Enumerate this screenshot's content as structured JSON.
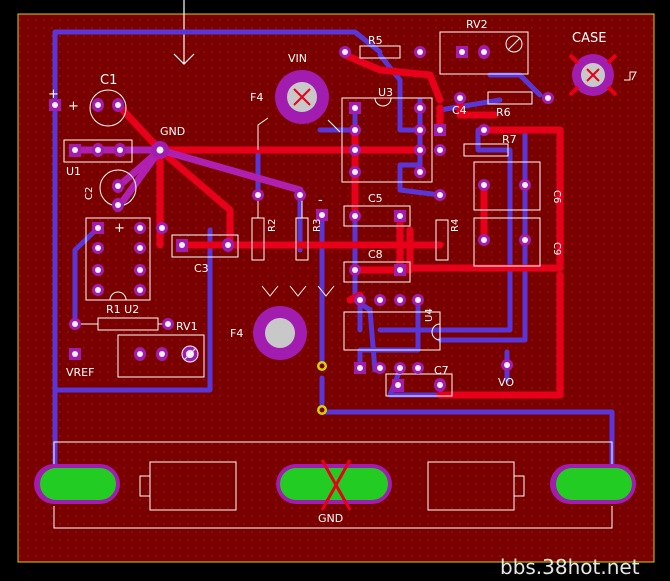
{
  "colors": {
    "board": "#7a0000",
    "trace_top": "#e8001a",
    "trace_bottom": "#5a36d8",
    "pad_ring": "#a21caf",
    "pad_hole": "#f0f0f0",
    "silk": "#ffffff",
    "green_pad": "#22cc22",
    "pot_fill": "#c8c8c8"
  },
  "labels": {
    "c1": "C1",
    "plus_left": "+",
    "plus_c1": "+",
    "gnd_center": "GND",
    "u1": "U1",
    "c2": "C2",
    "plus_c2": "+",
    "c3": "C3",
    "r1u2": "R1 U2",
    "rv1": "RV1",
    "vref": "VREF",
    "r5": "R5",
    "rv2": "RV2",
    "case": "CASE",
    "vin": "VIN",
    "f4_top": "F4",
    "u3": "U3",
    "c4": "C4",
    "r6": "R6",
    "r7": "R7",
    "c6": "C6",
    "c9": "C9",
    "r2": "R2",
    "r3": "R3",
    "minus": "-",
    "c5": "C5",
    "r4": "R4",
    "c8": "C8",
    "f4_bottom": "F4",
    "u4": "U4",
    "c7": "C7",
    "vo": "VO",
    "gnd_bottom": "GND",
    "watermark": "bbs.38hot.net"
  }
}
